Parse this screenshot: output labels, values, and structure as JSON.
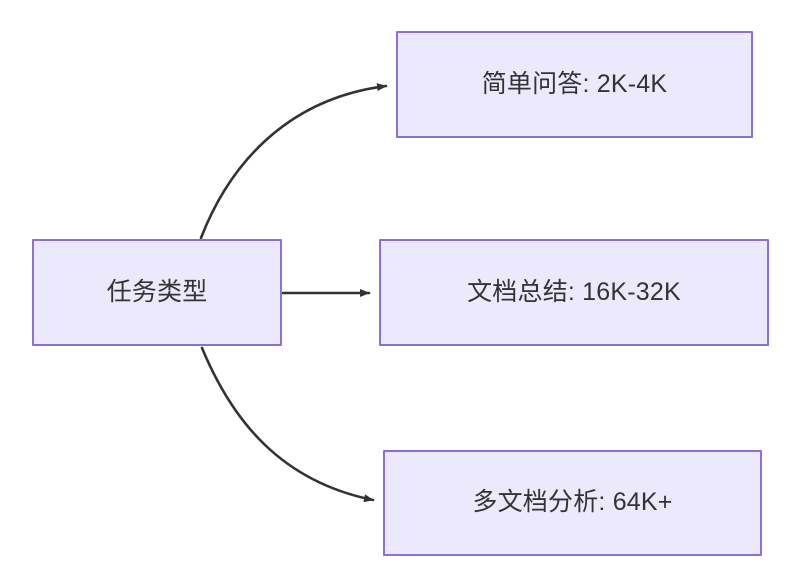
{
  "diagram": {
    "title": "",
    "type": "flowchart",
    "direction": "left-to-right",
    "background_color": "#ffffff",
    "node_fill_color": "#ece9fc",
    "node_border_color": "#8c6fd8",
    "node_text_color": "#333333",
    "edge_color": "#333333",
    "nodes": [
      {
        "id": "root",
        "label": "任务类型"
      },
      {
        "id": "simple-qa",
        "label": "简单问答: 2K-4K"
      },
      {
        "id": "doc-sum",
        "label": "文档总结: 16K-32K"
      },
      {
        "id": "multi-doc",
        "label": "多文档分析: 64K+"
      }
    ],
    "edges": [
      {
        "from": "root",
        "to": "simple-qa",
        "label": "",
        "style": "curved-up"
      },
      {
        "from": "root",
        "to": "doc-sum",
        "label": "",
        "style": "straight"
      },
      {
        "from": "root",
        "to": "multi-doc",
        "label": "",
        "style": "curved-down"
      }
    ]
  }
}
